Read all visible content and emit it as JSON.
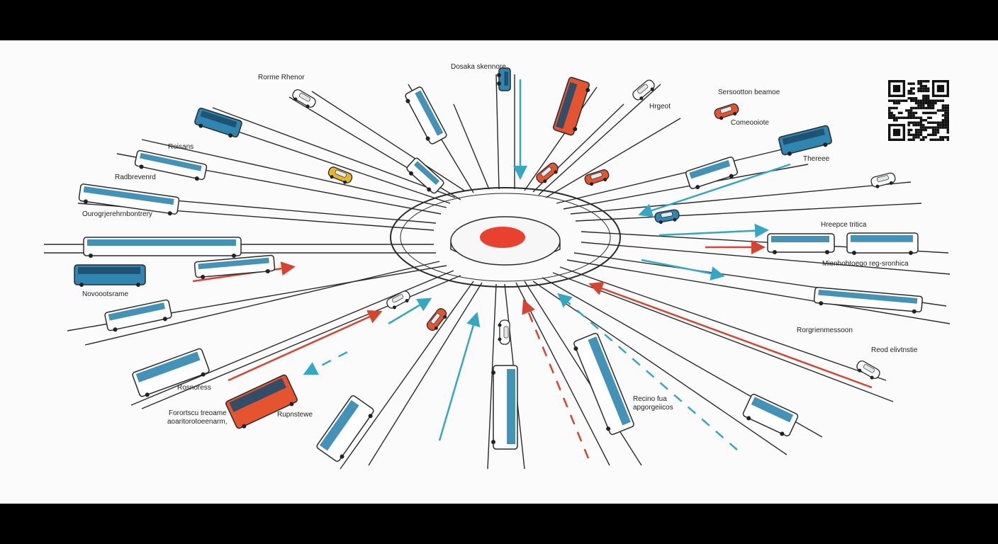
{
  "colors": {
    "background": "#fbfbfb",
    "line": "#2a2a2a",
    "hub_red": "#e8422f",
    "bus_blue": "#2f86b0",
    "bus_white": "#ffffff",
    "vehicle_orange": "#e4542f",
    "car_yellow": "#e9b32a",
    "arrow_teal": "#32a8c4",
    "arrow_red": "#d8432f"
  },
  "labels": {
    "top_center": "Dosaka skennore",
    "top_left": "Rorme Rhenor",
    "left_1": "Roisans",
    "left_2": "Radbrevenrd",
    "left_3": "Ourogrjerehrnbontrery",
    "left_4": "Novoootsrame",
    "bottom_left_1": "Rosnoress",
    "bottom_left_2": "Forortscu treoame",
    "bottom_left_3": "aoaritorotoeenarm,",
    "bottom_left_4": "Rupnstewe",
    "top_right_1": "Hrgeot",
    "top_right_2": "Sersootton beamoe",
    "top_right_3": "Comeooiote",
    "right_1": "Thereee",
    "right_2": "Hreepce tritica",
    "right_3": "Mienhobtoego reg-sronhica",
    "right_4": "Rorgrienmessoon",
    "right_5": "Reod elivtnstie",
    "bottom_center_1": "Recino fua",
    "bottom_center_2": "apgorgeiicos"
  },
  "icons": {
    "hub": "central-hub-icon",
    "bus": "bus-icon",
    "car": "car-icon",
    "tram": "tram-icon",
    "qr": "qr-code-icon",
    "arrow": "direction-arrow-icon"
  }
}
